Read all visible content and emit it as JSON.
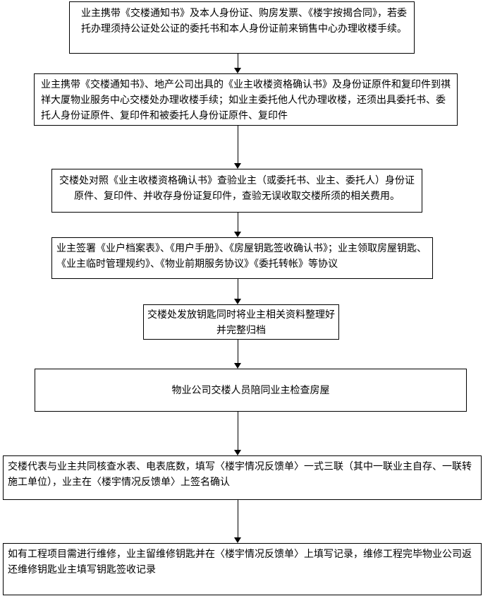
{
  "page": {
    "background": "#ffffff",
    "kind": "flowchart"
  },
  "colors": {
    "box_border": "#000000",
    "box_background": "#ffffff",
    "text": "#000000",
    "arrow": "#000000"
  },
  "flowchart": {
    "direction": "top-down",
    "steps": [
      {
        "id": 1,
        "text": "业主携带《交楼通知书》及本人身份证、购房发票、《楼宇按揭合同》，若委托办理须持公证处公证的委托书和本人身份证前来销售中心办理收楼手续。"
      },
      {
        "id": 2,
        "text": "业主携带《交楼通知书》、地产公司出具的《业主收楼资格确认书》及身份证原件和复印件到祺祥大厦物业服务中心交楼处办理收楼手续；如业主委托他人代办理收楼，还须出具委托书、委托人身份证原件、复印件和被委托人身份证原件、复印件"
      },
      {
        "id": 3,
        "text": "交楼处对照《业主收楼资格确认书》查验业主（或委托书、业主、委托人）身份证原件、复印件、并收存身份证复印件，查验无误收取交楼所须的相关费用。"
      },
      {
        "id": 4,
        "text": "业主签署《业户档案表》、《用户手册》、《房屋钥匙签收确认书》；业主领取房屋钥匙、《业主临时管理规约》、《物业前期服务协议》《委托转帐》等协议"
      },
      {
        "id": 5,
        "text": "交楼处发放钥匙同时将业主相关资料整理好并完整归档"
      },
      {
        "id": 6,
        "text": "物业公司交楼人员陪同业主检查房屋"
      },
      {
        "id": 7,
        "text": "交楼代表与业主共同核查水表、电表底数，填写〈楼宇情况反馈单〉一式三联（其中一联业主自存、一联转施工单位），业主在〈楼宇情况反馈单〉上签名确认"
      },
      {
        "id": 8,
        "text": "如有工程项目需进行维修，业主留维修钥匙并在〈楼宇情况反馈单〉上填写记录，维修工程完毕物业公司返还维修钥匙业主填写钥匙签收记录"
      }
    ],
    "connections": [
      {
        "from": 1,
        "to": 2
      },
      {
        "from": 2,
        "to": 3
      },
      {
        "from": 3,
        "to": 4
      },
      {
        "from": 4,
        "to": 5
      },
      {
        "from": 5,
        "to": 6
      },
      {
        "from": 6,
        "to": 7
      },
      {
        "from": 7,
        "to": 8
      }
    ]
  }
}
